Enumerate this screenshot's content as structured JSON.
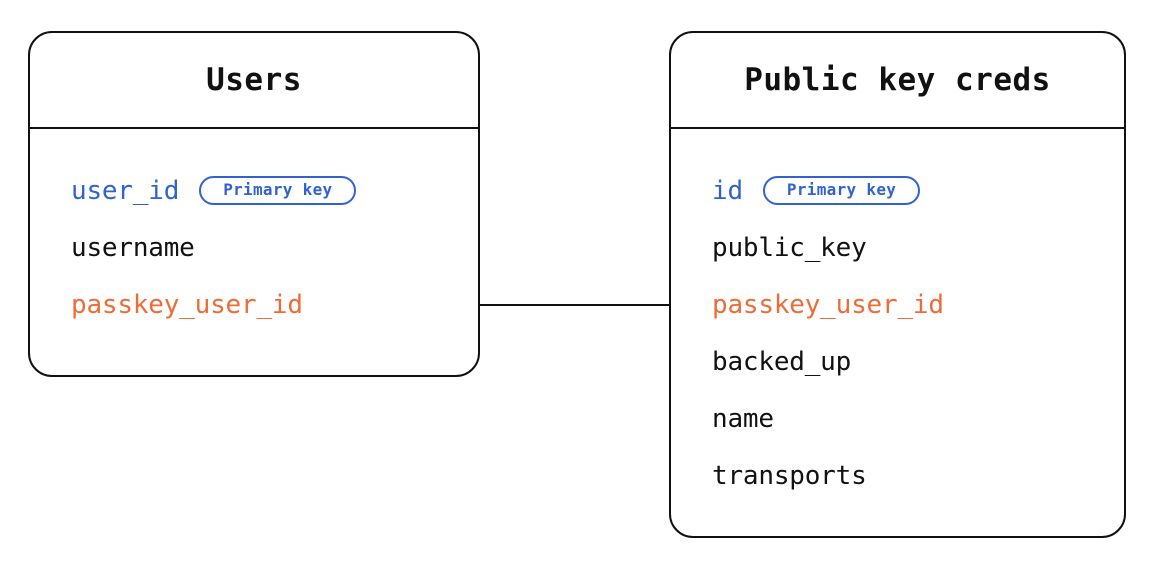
{
  "diagram": {
    "type": "entity-relationship-diagram",
    "background_color": "#ffffff",
    "line_color": "#111111",
    "key_color": "#3063d0",
    "foreign_key_color": "#ee6c37",
    "text_color": "#111111",
    "entities": [
      {
        "id": "users",
        "title": "Users",
        "fields": [
          {
            "name": "user_id",
            "role": "primary-key",
            "badge": "Primary key",
            "color": "#3063d0"
          },
          {
            "name": "username",
            "role": "attribute",
            "badge": null,
            "color": "#111111"
          },
          {
            "name": "passkey_user_id",
            "role": "foreign-key",
            "badge": null,
            "color": "#ee6c37"
          }
        ]
      },
      {
        "id": "public-key-creds",
        "title": "Public key creds",
        "fields": [
          {
            "name": "id",
            "role": "primary-key",
            "badge": "Primary key",
            "color": "#3063d0"
          },
          {
            "name": "public_key",
            "role": "attribute",
            "badge": null,
            "color": "#111111"
          },
          {
            "name": "passkey_user_id",
            "role": "foreign-key",
            "badge": null,
            "color": "#ee6c37"
          },
          {
            "name": "backed_up",
            "role": "attribute",
            "badge": null,
            "color": "#111111"
          },
          {
            "name": "name",
            "role": "attribute",
            "badge": null,
            "color": "#111111"
          },
          {
            "name": "transports",
            "role": "attribute",
            "badge": null,
            "color": "#111111"
          }
        ]
      }
    ],
    "relationships": [
      {
        "from_entity": "users",
        "from_field": "passkey_user_id",
        "to_entity": "public-key-creds",
        "to_field": "passkey_user_id",
        "style": "straight-line"
      }
    ]
  }
}
